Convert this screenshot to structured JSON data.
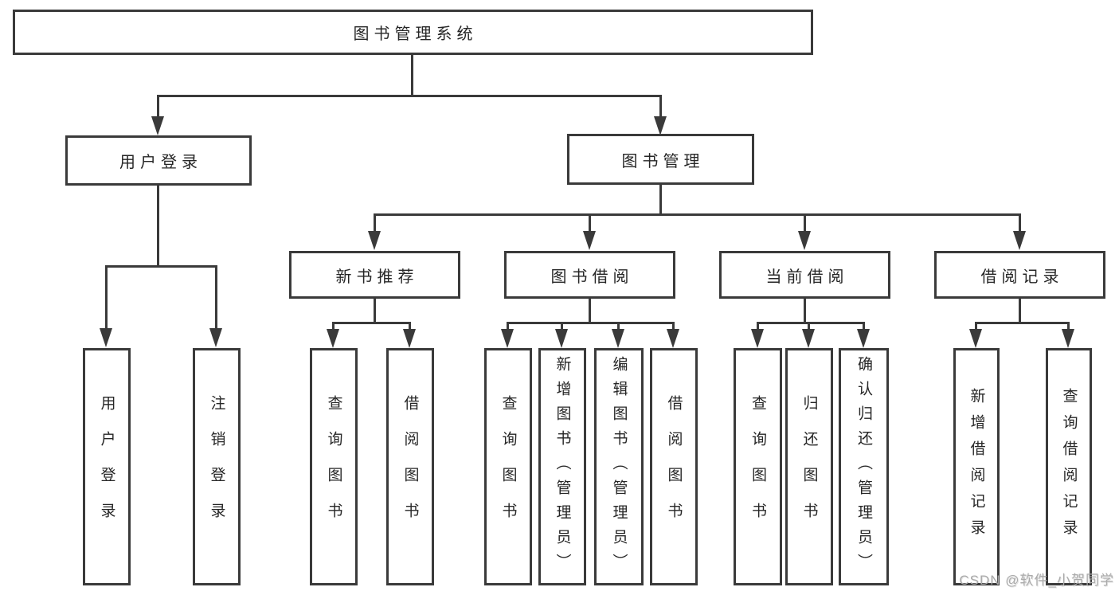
{
  "colors": {
    "line": "#3a3a3a",
    "text": "#262626",
    "watermark": "#ababab",
    "background": "#ffffff"
  },
  "root": {
    "label": "图书管理系统"
  },
  "level2": [
    {
      "label": "用户登录"
    },
    {
      "label": "图书管理"
    }
  ],
  "level3": [
    {
      "label": "新书推荐"
    },
    {
      "label": "图书借阅"
    },
    {
      "label": "当前借阅"
    },
    {
      "label": "借阅记录"
    }
  ],
  "leaves": {
    "userLogin": [
      "用户登录",
      "注销登录"
    ],
    "newBookRec": [
      "查询图书",
      "借阅图书"
    ],
    "bookBorrow": [
      "查询图书",
      "新增图书（管理员）",
      "编辑图书（管理员）",
      "借阅图书"
    ],
    "currentBorrow": [
      "查询图书",
      "归还图书",
      "确认归还（管理员）"
    ],
    "borrowRecord": [
      "新增借阅记录",
      "查询借阅记录"
    ]
  },
  "watermark": "CSDN @软件_小贺同学"
}
